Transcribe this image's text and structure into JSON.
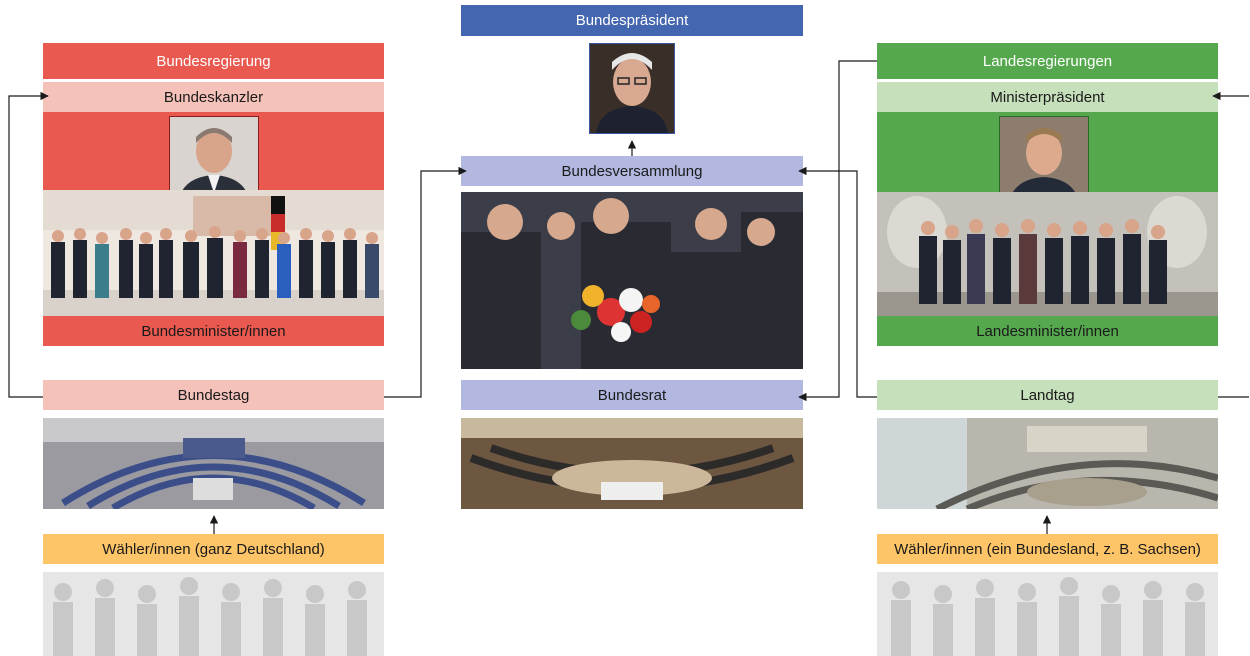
{
  "colors": {
    "federal_red": "#e9594f",
    "federal_pink": "#f5c2ba",
    "president_blue": "#4466b0",
    "assembly_lavender": "#b2b8df",
    "state_green": "#55a84d",
    "state_light_green": "#c6e0bb",
    "voters_yellow": "#fdc468",
    "line": "#1a1a1a"
  },
  "left": {
    "header": "Bundesregierung",
    "chancellor": "Bundeskanzler",
    "ministers": "Bundesminister/innen",
    "parliament": "Bundestag",
    "voters": "Wähler/innen (ganz Deutschland)"
  },
  "center": {
    "president": "Bundespräsident",
    "assembly": "Bundesversammlung",
    "council": "Bundesrat"
  },
  "right": {
    "header": "Landesregierungen",
    "premier": "Ministerpräsident",
    "ministers": "Landesminister/innen",
    "parliament": "Landtag",
    "voters": "Wähler/innen (ein Bundesland, z. B. Sachsen)"
  }
}
